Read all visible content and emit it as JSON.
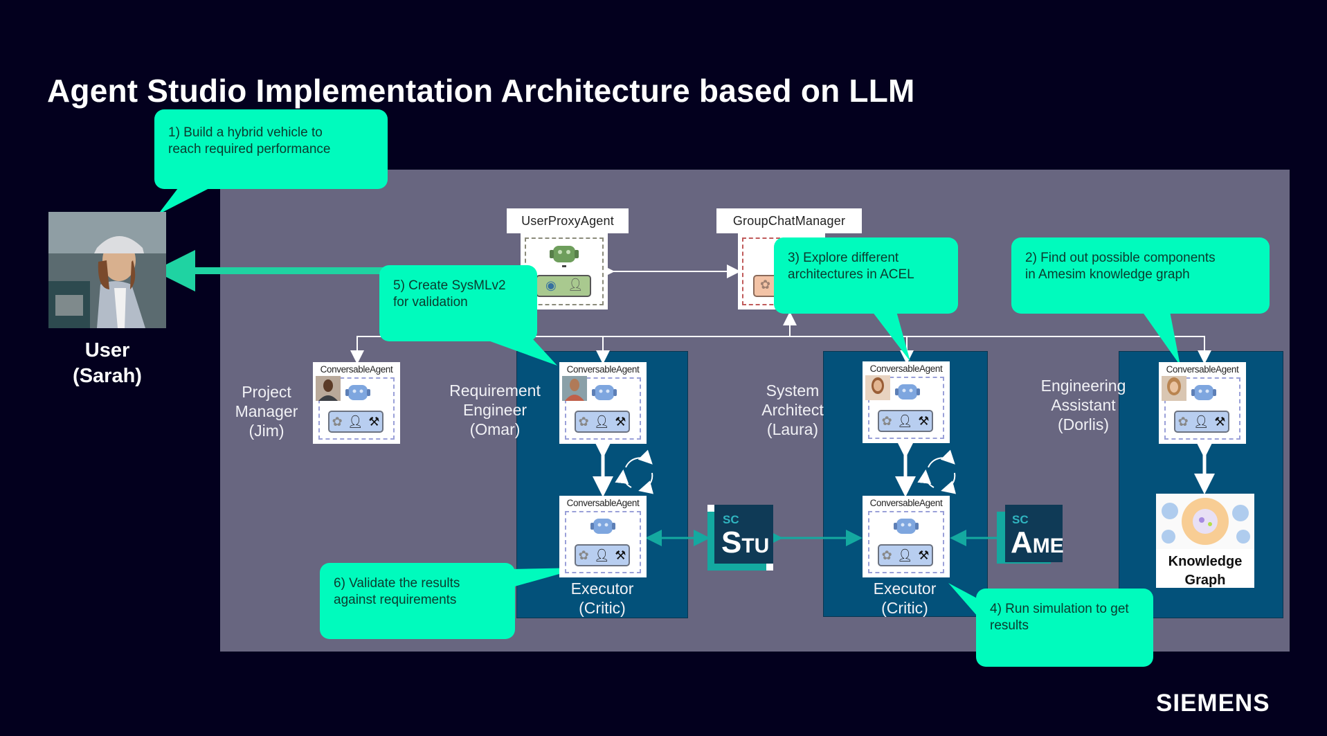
{
  "title": "Agent Studio Implementation Architecture based on LLM",
  "brand": "SIEMENS",
  "colors": {
    "background": "#03001e",
    "panel": "#686680",
    "agent_group": "#03517a",
    "callout": "#00fbbd",
    "connector_teal": "#14a9a0"
  },
  "user": {
    "label_line1": "User",
    "label_line2": "(Sarah)",
    "photo": "woman-engineer-hardhat-photo"
  },
  "header_agents": {
    "user_proxy": {
      "label": "UserProxyAgent",
      "icons": [
        "robot-icon",
        "python-icon",
        "person-icon"
      ]
    },
    "group_chat_manager": {
      "label": "GroupChatManager",
      "icons": [
        "openai-icon"
      ]
    }
  },
  "agents": [
    {
      "role_line1": "Project",
      "role_line2": "Manager",
      "role_line3": "(Jim)",
      "card_title": "ConversableAgent"
    },
    {
      "role_line1": "Requirement",
      "role_line2": "Engineer",
      "role_line3": "(Omar)",
      "card_title": "ConversableAgent",
      "executor_title": "ConversableAgent",
      "executor_line1": "Executor",
      "executor_line2": "(Critic)"
    },
    {
      "role_line1": "System",
      "role_line2": "Architect",
      "role_line3": "(Laura)",
      "card_title": "ConversableAgent",
      "executor_title": "ConversableAgent",
      "executor_line1": "Executor",
      "executor_line2": "(Critic)"
    },
    {
      "role_line1": "Engineering",
      "role_line2": "Assistant",
      "role_line3": "(Dorlis)",
      "card_title": "ConversableAgent"
    }
  ],
  "tools": {
    "stu": {
      "prefix": "SC",
      "name_big": "S",
      "name_small": "TU"
    },
    "ame": {
      "prefix": "SC",
      "name_big": "A",
      "name_small": "ME"
    },
    "knowledge_graph": {
      "line1": "Knowledge",
      "line2": "Graph"
    }
  },
  "callouts": [
    {
      "step": "1",
      "line1": "1) Build a hybrid vehicle to",
      "line2": "reach required performance"
    },
    {
      "step": "2",
      "line1": "2) Find out possible components",
      "line2": "in Amesim knowledge graph"
    },
    {
      "step": "3",
      "line1": "3) Explore different",
      "line2": "architectures in ACEL"
    },
    {
      "step": "4",
      "line1": "4) Run simulation to get",
      "line2": "results"
    },
    {
      "step": "5",
      "line1": "5) Create SysMLv2",
      "line2": "for validation"
    },
    {
      "step": "6",
      "line1": "6) Validate the results",
      "line2": "against requirements"
    }
  ],
  "card_icons": [
    "openai-icon",
    "person-icon",
    "hammer-wrench-icon"
  ]
}
